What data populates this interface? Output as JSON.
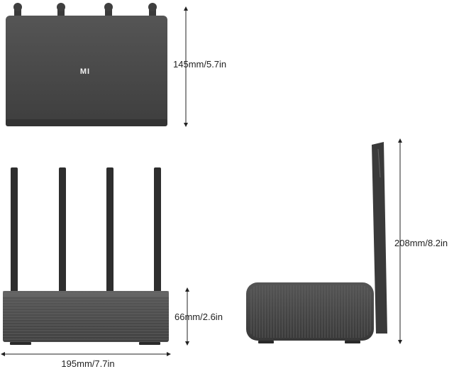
{
  "top_view": {
    "logo": "MI",
    "height_dimension": "145mm/5.7in"
  },
  "front_view": {
    "height_dimension": "66mm/2.6in",
    "width_dimension": "195mm/7.7in"
  },
  "side_view": {
    "height_dimension": "208mm/8.2in"
  },
  "colors": {
    "body": "#4a4a4a",
    "body_dark": "#3a3a3a",
    "antenna": "#2e2e2e",
    "dimension_line": "#222222"
  }
}
